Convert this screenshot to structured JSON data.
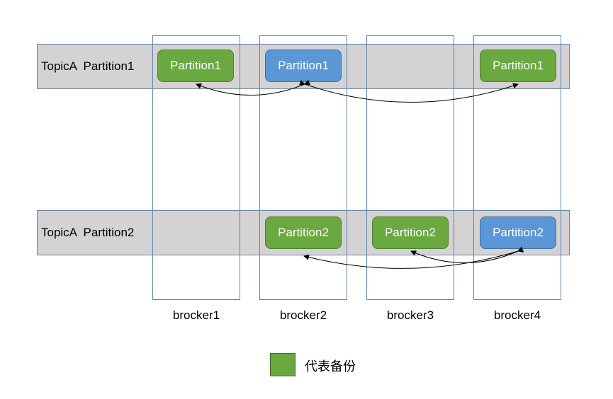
{
  "rows": [
    {
      "label": "TopicA  Partition1"
    },
    {
      "label": "TopicA  Partition2"
    }
  ],
  "brokers": [
    "brocker1",
    "brocker2",
    "brocker3",
    "brocker4"
  ],
  "partitions": {
    "row1": {
      "b1": "Partition1",
      "b2": "Partition1",
      "b4": "Partition1"
    },
    "row2": {
      "b2": "Partition2",
      "b3": "Partition2",
      "b4": "Partition2"
    }
  },
  "roles": {
    "row1": {
      "b1": "replica",
      "b2": "leader",
      "b4": "replica"
    },
    "row2": {
      "b2": "replica",
      "b3": "replica",
      "b4": "leader"
    }
  },
  "colors": {
    "replica": "#6aa840",
    "leader": "#5b97d6"
  },
  "legend": {
    "label": "代表备份",
    "color": "#6aa840"
  }
}
